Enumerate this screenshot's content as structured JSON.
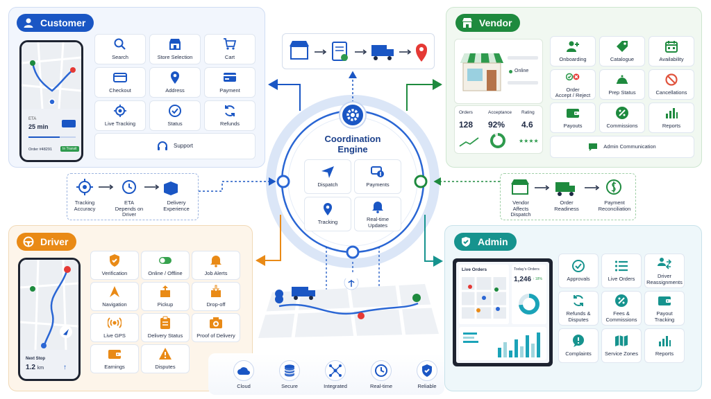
{
  "customer": {
    "title": "Customer",
    "accent": "#1a56c4",
    "tiles": [
      "Search",
      "Store Selection",
      "Cart",
      "Checkout",
      "Address",
      "Payment",
      "Live Tracking",
      "Status",
      "Refunds"
    ],
    "support": "Support",
    "phone": {
      "eta_label": "ETA",
      "eta_value": "25 min",
      "order": "Order #48291",
      "status": "In Transit"
    }
  },
  "vendor": {
    "title": "Vendor",
    "accent": "#1e8a3e",
    "status": "Online",
    "stats": {
      "orders_label": "Orders",
      "orders_value": "128",
      "accept_label": "Acceptance",
      "accept_value": "92%",
      "rating_label": "Rating",
      "rating_value": "4.6",
      "stars": "★★★★"
    },
    "tiles": [
      "Onboarding",
      "Catalogue",
      "Availability",
      "Order\nAccept / Reject",
      "Prep Status",
      "Cancellations",
      "Payouts",
      "Commissions",
      "Reports"
    ],
    "admin_comm": "Admin Communication"
  },
  "driver": {
    "title": "Driver",
    "accent": "#e98a16",
    "tiles": [
      "Verification",
      "Online / Offline",
      "Job Alerts",
      "Navigation",
      "Pickup",
      "Drop-off",
      "Live GPS",
      "Delivery Status",
      "Proof of Delivery",
      "Earnings",
      "Disputes"
    ],
    "phone": {
      "next_stop": "Next Stop",
      "distance": "1.2",
      "unit": "km"
    }
  },
  "admin": {
    "title": "Admin",
    "accent": "#16938e",
    "dashboard": {
      "live_orders": "Live Orders",
      "todays_orders": "Today's Orders",
      "todays_value": "1,246",
      "todays_change": "↑ 18%"
    },
    "tiles": [
      "Approvals",
      "Live Orders",
      "Driver\nReassignments",
      "Refunds &\nDisputes",
      "Fees &\nCommissions",
      "Payout\nTracking",
      "Complaints",
      "Service Zones",
      "Reports"
    ]
  },
  "engine": {
    "title": "Coordination\nEngine",
    "tiles": [
      "Dispatch",
      "Payments",
      "Tracking",
      "Real-time\nUpdates"
    ]
  },
  "flow_left": {
    "items": [
      "Tracking\nAccuracy",
      "ETA\nDepends on\nDriver",
      "Delivery\nExperience"
    ]
  },
  "flow_right": {
    "items": [
      "Vendor\nAffects\nDispatch",
      "Order\nReadiness",
      "Payment\nReconciliation"
    ]
  },
  "bottom": {
    "items": [
      "Cloud",
      "Secure",
      "Integrated",
      "Real-time",
      "Reliable"
    ]
  }
}
